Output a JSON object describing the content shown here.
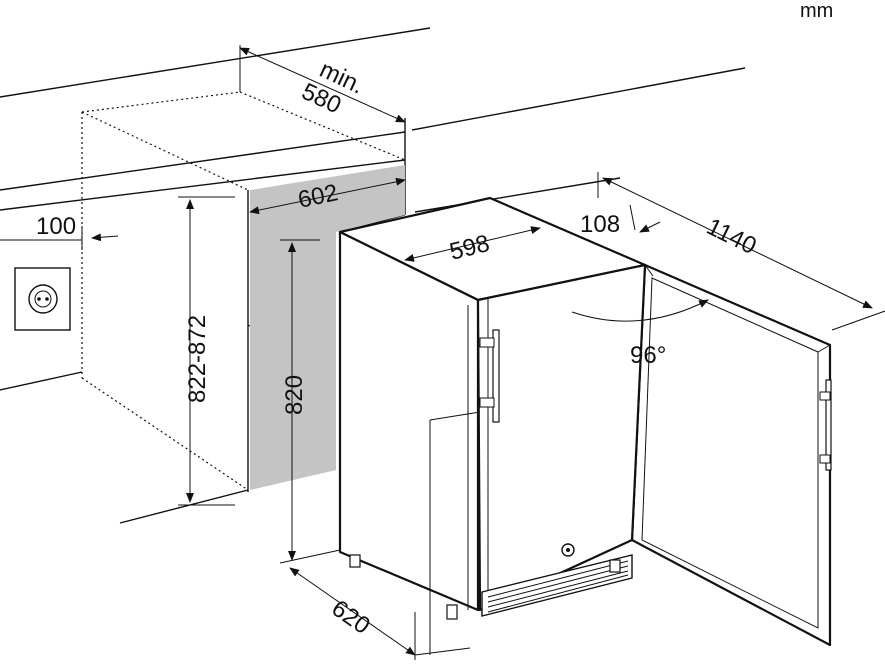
{
  "diagram": {
    "unit": "mm",
    "dimensions": {
      "niche_depth": {
        "prefix": "min.",
        "value": "580"
      },
      "niche_width": "602",
      "socket_offset": "100",
      "niche_height": "822-872",
      "appliance_height": "820",
      "appliance_width": "598",
      "appliance_depth": "620",
      "door_thickness": "108",
      "depth_door_open": "1140",
      "door_angle": "96°"
    }
  }
}
